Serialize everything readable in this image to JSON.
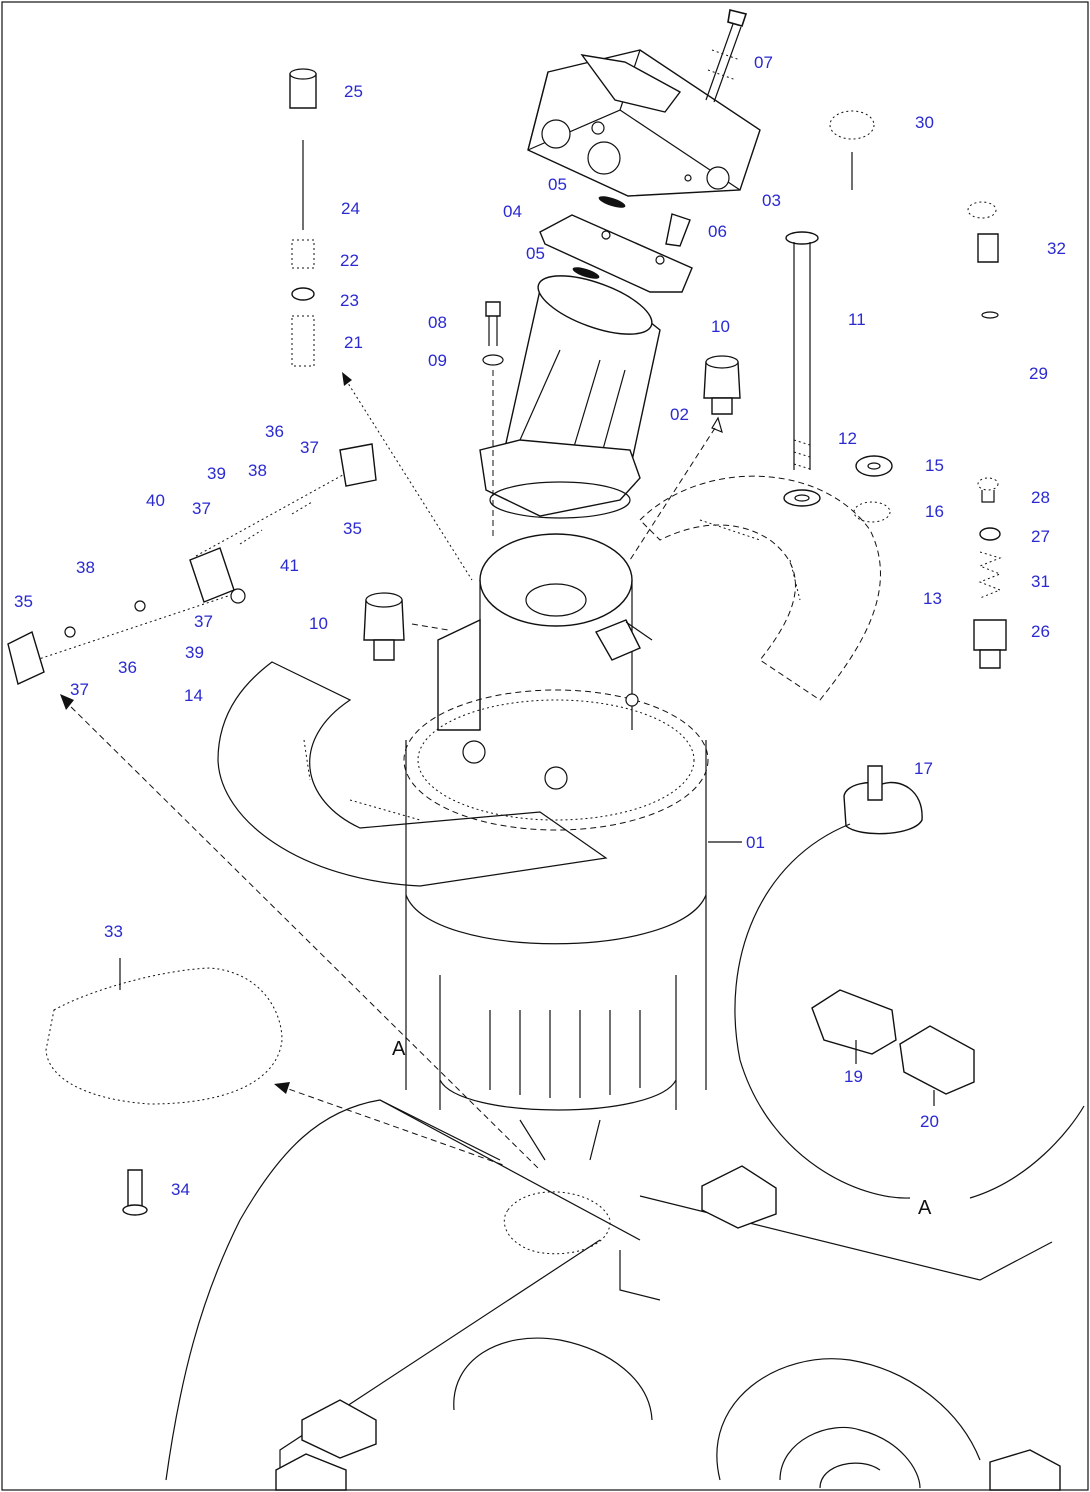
{
  "labels": {
    "p01": "01",
    "p02": "02",
    "p03": "03",
    "p04": "04",
    "p05a": "05",
    "p05b": "05",
    "p06": "06",
    "p07": "07",
    "p08": "08",
    "p09": "09",
    "p10a": "10",
    "p10b": "10",
    "p11": "11",
    "p12": "12",
    "p13": "13",
    "p14": "14",
    "p15": "15",
    "p16": "16",
    "p17": "17",
    "p19": "19",
    "p20": "20",
    "p21": "21",
    "p22": "22",
    "p23": "23",
    "p24": "24",
    "p25": "25",
    "p26": "26",
    "p27": "27",
    "p28": "28",
    "p29": "29",
    "p30": "30",
    "p31": "31",
    "p32": "32",
    "p33": "33",
    "p34": "34",
    "p35a": "35",
    "p35b": "35",
    "p36a": "36",
    "p36b": "36",
    "p37a": "37",
    "p37b": "37",
    "p37c": "37",
    "p37d": "37",
    "p38a": "38",
    "p38b": "38",
    "p39a": "39",
    "p39b": "39",
    "p40": "40",
    "p41": "41"
  },
  "views": {
    "detail_a_marker": "A",
    "detail_a_title": "A"
  },
  "colors": {
    "label_blue": "#2a2ad0",
    "line": "#111111"
  }
}
